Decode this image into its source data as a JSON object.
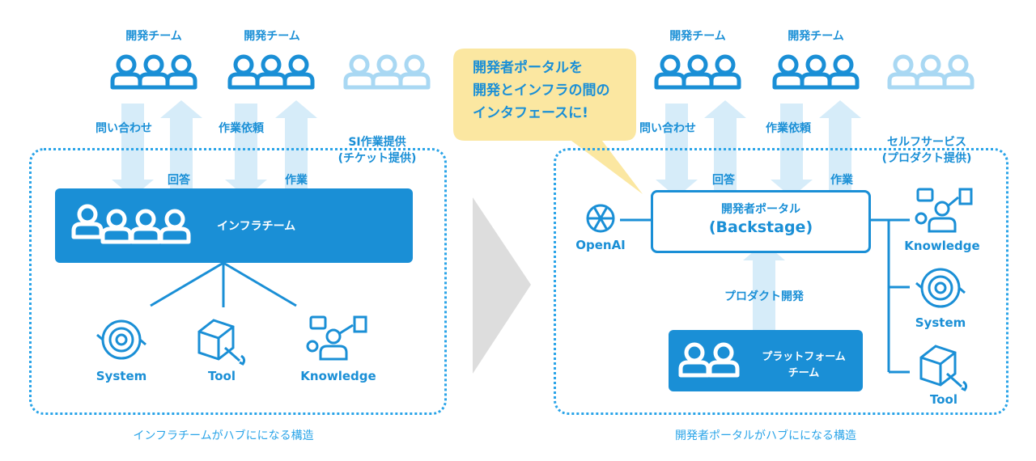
{
  "left": {
    "team1": "開発チーム",
    "team2": "開発チーム",
    "inquiry": "問い合わせ",
    "answer": "回答",
    "request": "作業依頼",
    "work": "作業",
    "si_line1": "SI作業提供",
    "si_line2": "(チケット提供)",
    "infra_team": "インフラチーム",
    "system": "System",
    "tool": "Tool",
    "knowledge": "Knowledge",
    "caption": "インフラチームがハブにになる構造"
  },
  "callout": {
    "line1": "開発者ポータルを",
    "line2": "開発とインフラの間の",
    "line3": "インタフェースに!"
  },
  "right": {
    "team1": "開発チーム",
    "team2": "開発チーム",
    "inquiry": "問い合わせ",
    "answer": "回答",
    "request": "作業依頼",
    "work": "作業",
    "self_line1": "セルフサービス",
    "self_line2": "(プロダクト提供)",
    "portal_line1": "開発者ポータル",
    "portal_line2": "(Backstage)",
    "openai": "OpenAI",
    "product_dev": "プロダクト開発",
    "platform_line1": "プラットフォーム",
    "platform_line2": "チーム",
    "knowledge": "Knowledge",
    "system": "System",
    "tool": "Tool",
    "caption": "開発者ポータルがハブにになる構造"
  },
  "colors": {
    "primary": "#1a8fd6",
    "light": "#2aa4e8",
    "pale": "#a9d8f3",
    "arrow": "#d6ecf9",
    "callout": "#fbe7a1"
  }
}
